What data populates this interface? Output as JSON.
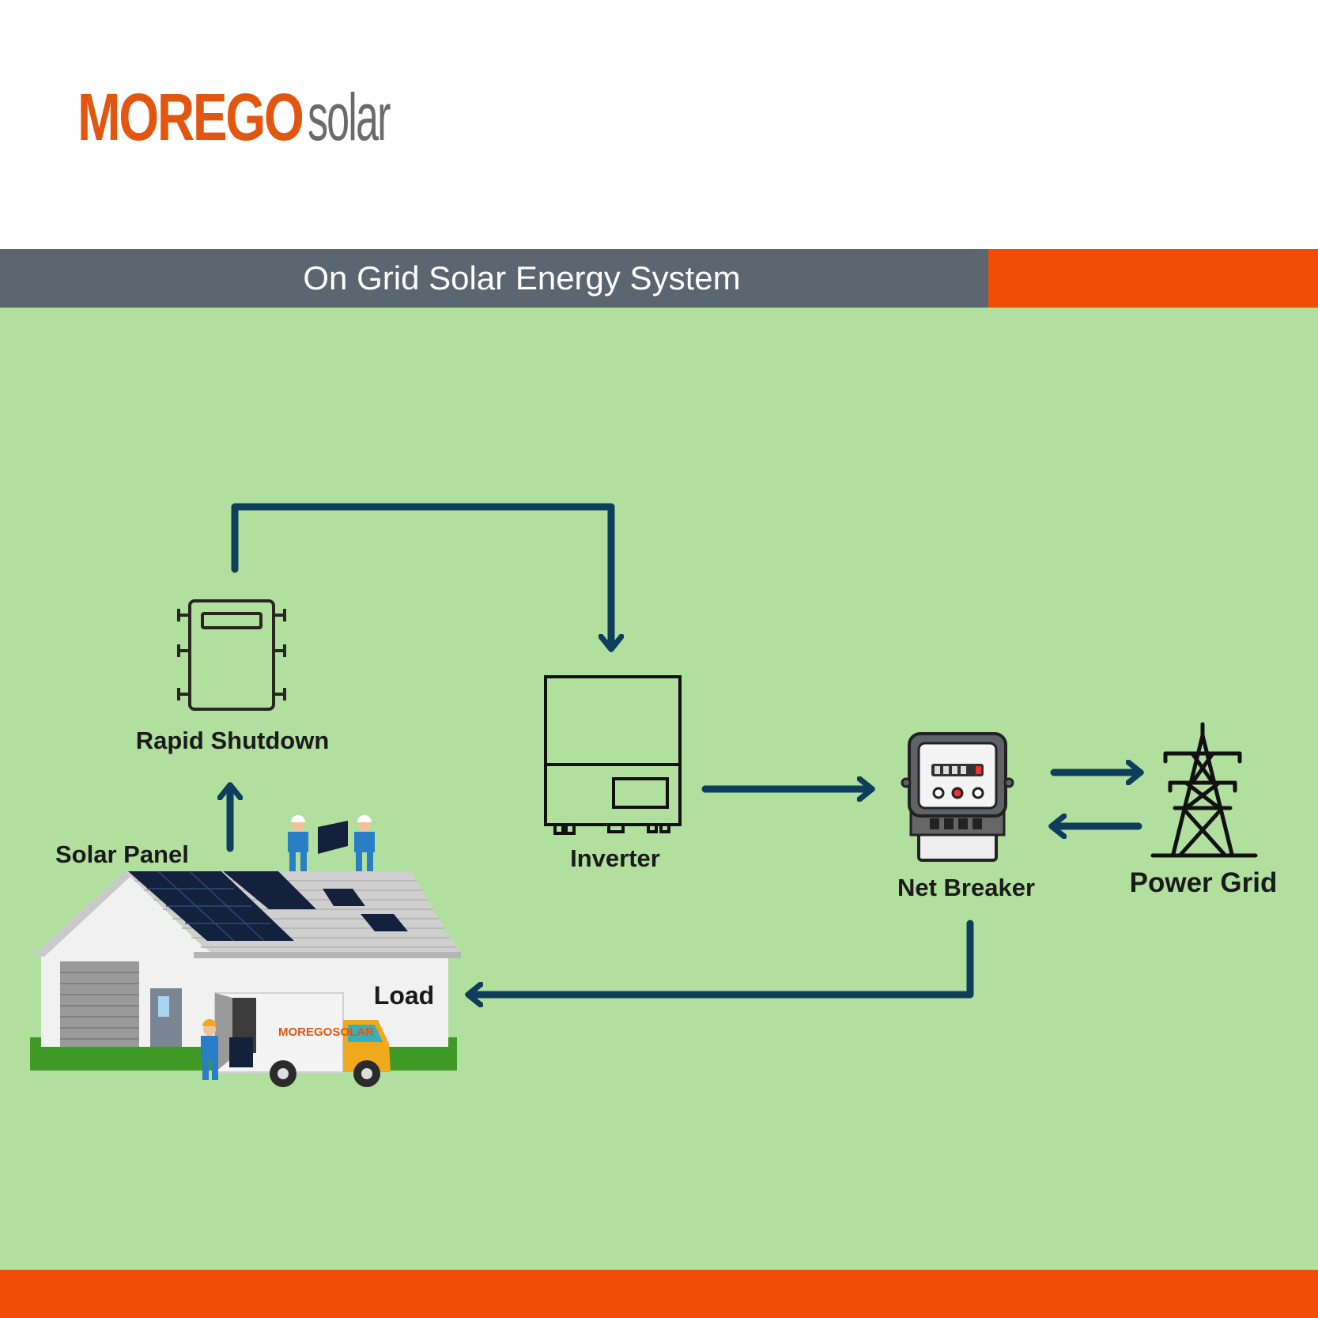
{
  "brand": {
    "name_primary": "MOREGO",
    "name_secondary": "solar",
    "primary_color": "#e2560f",
    "secondary_color": "#6b6b6b"
  },
  "header": {
    "title": "On Grid Solar Energy System",
    "bar_color": "#5c6670",
    "accent_color": "#f24d07"
  },
  "diagram": {
    "background_color": "#b1df9e",
    "arrow_color": "#0f3d5c",
    "nodes": {
      "rapid_shutdown": "Rapid Shutdown",
      "solar_panel": "Solar Panel",
      "inverter": "Inverter",
      "net_breaker": "Net Breaker",
      "power_grid": "Power Grid",
      "load": "Load"
    },
    "truck_brand": "MOREGOSOLAR"
  },
  "footer": {
    "bar_color": "#f24d07"
  }
}
